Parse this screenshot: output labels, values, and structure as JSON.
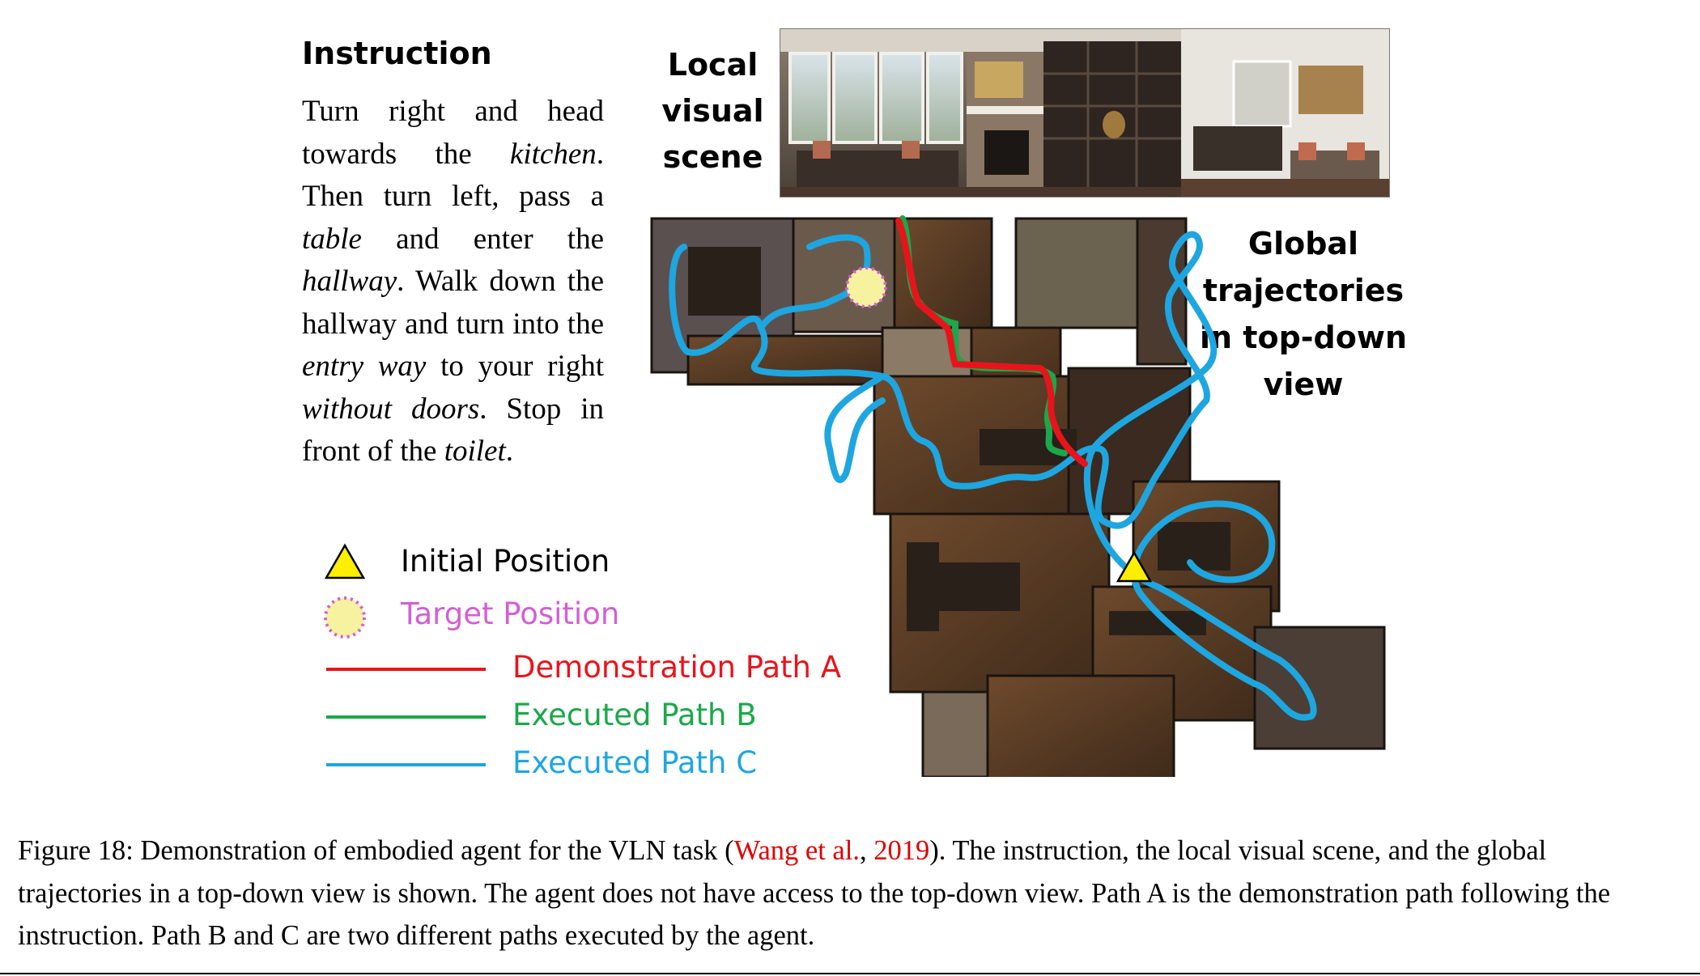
{
  "instruction": {
    "heading": "Instruction",
    "segments": [
      {
        "text": "Turn right and head towards the ",
        "italic": false
      },
      {
        "text": "kitchen",
        "italic": true
      },
      {
        "text": ". Then turn left, pass a ",
        "italic": false
      },
      {
        "text": "table",
        "italic": true
      },
      {
        "text": " and enter the ",
        "italic": false
      },
      {
        "text": "hallway",
        "italic": true
      },
      {
        "text": ". Walk down the hallway and turn into the ",
        "italic": false
      },
      {
        "text": "entry way",
        "italic": true
      },
      {
        "text": " to your right ",
        "italic": false
      },
      {
        "text": "without doors",
        "italic": true
      },
      {
        "text": ". Stop in front of the ",
        "italic": false
      },
      {
        "text": "toilet",
        "italic": true
      },
      {
        "text": ".",
        "italic": false
      }
    ]
  },
  "labels": {
    "local": [
      "Local",
      "visual",
      "scene"
    ],
    "global": [
      "Global",
      "trajectories",
      "in top-down",
      "view"
    ]
  },
  "legend": {
    "initial": "Initial Position",
    "target": "Target Position",
    "path_a": "Demonstration Path A",
    "path_b": "Executed Path B",
    "path_c": "Executed Path C"
  },
  "colors": {
    "path_a": "#e8141b",
    "path_b": "#1aa84a",
    "path_c": "#1ea6e0",
    "target": "#d35fd3",
    "initial": "#ffee00"
  },
  "caption": {
    "prefix": "Figure 18: Demonstration of embodied agent for the VLN task  (",
    "cite_author": "Wang et al.",
    "sep": ", ",
    "cite_year": "2019",
    "suffix": "). The instruction, the local visual scene, and the global trajectories in a top-down view is shown. The agent does not have access to the top-down view. Path A is the demonstration path following the instruction. Path B and C are two different paths executed by the agent."
  }
}
